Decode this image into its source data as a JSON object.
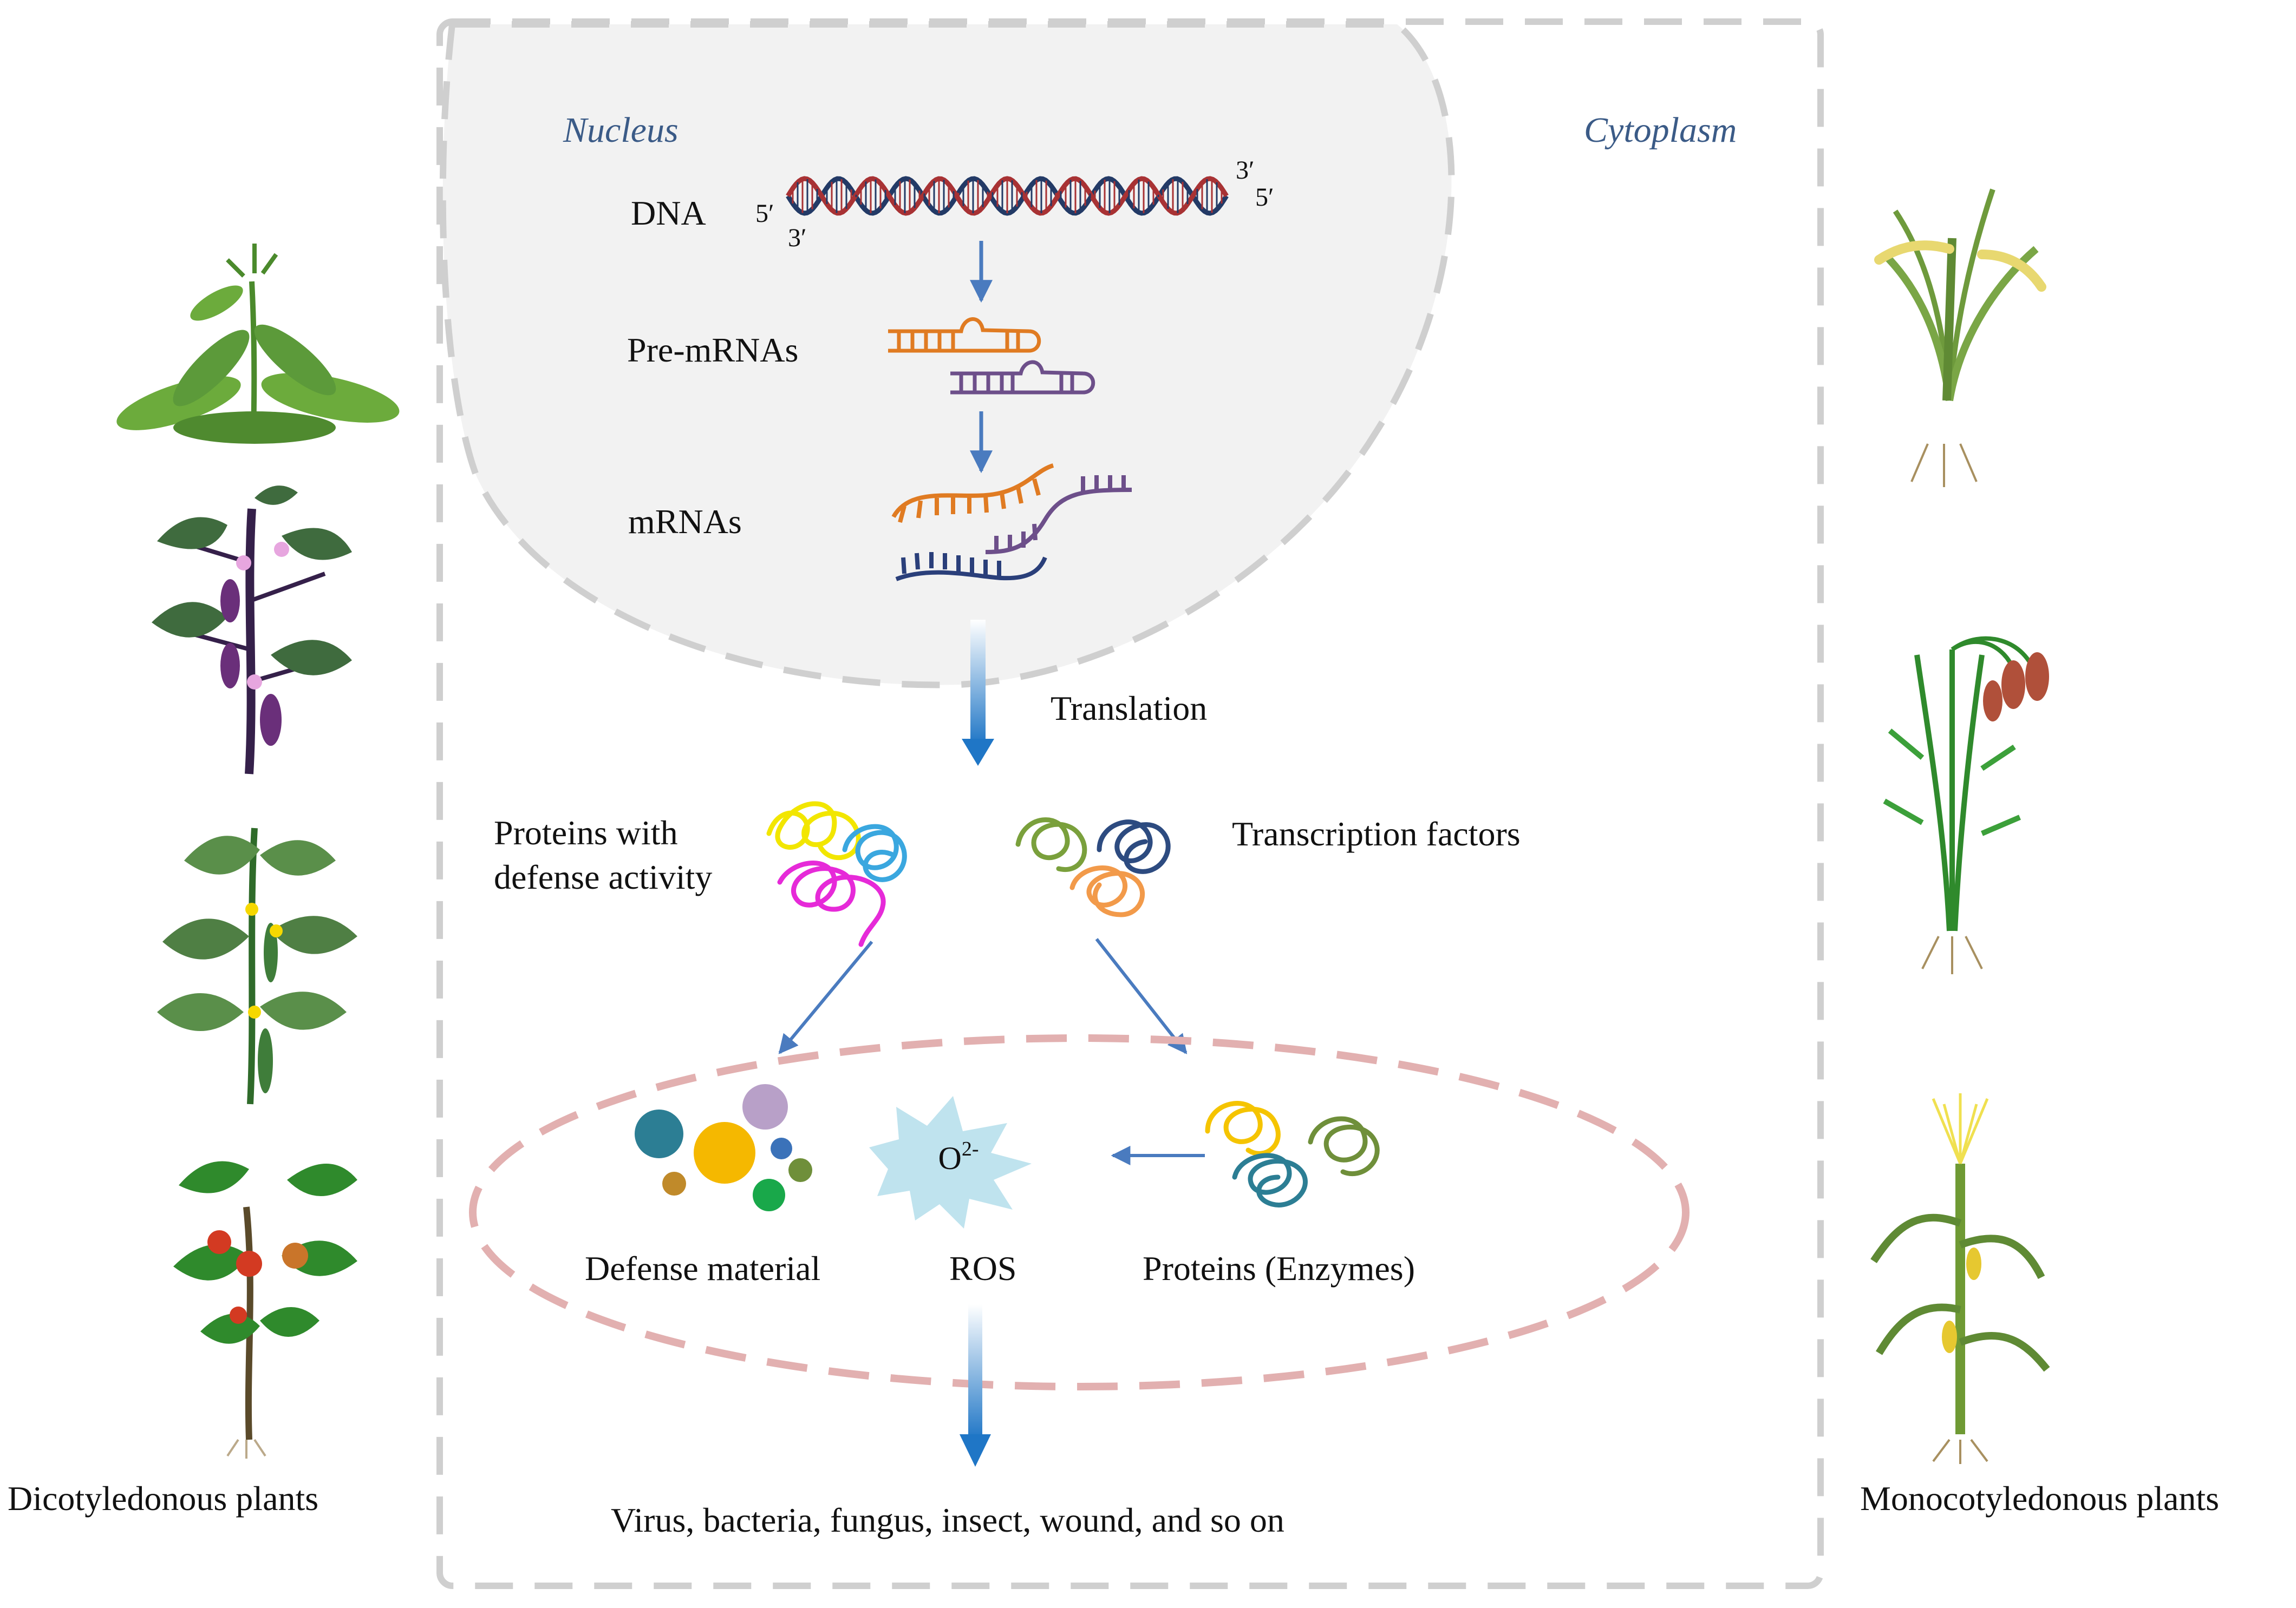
{
  "labels": {
    "nucleus": "Nucleus",
    "cytoplasm": "Cytoplasm",
    "dna": "DNA",
    "pre_mrnas": "Pre-mRNAs",
    "mrnas": "mRNAs",
    "translation": "Translation",
    "proteins_defense_line1": "Proteins with",
    "proteins_defense_line2": "defense activity",
    "transcription_factors": "Transcription factors",
    "defense_material": "Defense material",
    "ros": "ROS",
    "ros_formula_base": "O",
    "ros_formula_sup": "2-",
    "proteins_enzymes": "Proteins (Enzymes)",
    "stresses": "Virus, bacteria, fungus, insect,  wound, and so on",
    "dicot": "Dicotyledonous  plants",
    "monocot": "Monocotyledonous plants",
    "dna_5_left": "5′",
    "dna_3_left": "3′",
    "dna_3_right": "3′",
    "dna_5_right": "5′"
  },
  "colors": {
    "dna_strand_a": "#233a66",
    "dna_strand_b": "#a83234",
    "orange_rna": "#e07b22",
    "purple_rna": "#6d4f8a",
    "navy_rna": "#2a3f7a",
    "arrow_blue": "#4a7bbf",
    "dashed_gray": "#cfcfcf",
    "nucleus_fill": "#f2f2f2",
    "dashed_pink": "#e2b0b0",
    "ros_star": "#bfe3ee",
    "leaf_green": "#5c9a3a",
    "dark_leaf": "#3f6b3e",
    "eggplant": "#6a2f7a",
    "tomato_red": "#d33a22"
  },
  "icons": {
    "defense_material": "molecule-spheres-icon",
    "ros": "star-burst-icon",
    "proteins": "tangled-protein-icon"
  }
}
